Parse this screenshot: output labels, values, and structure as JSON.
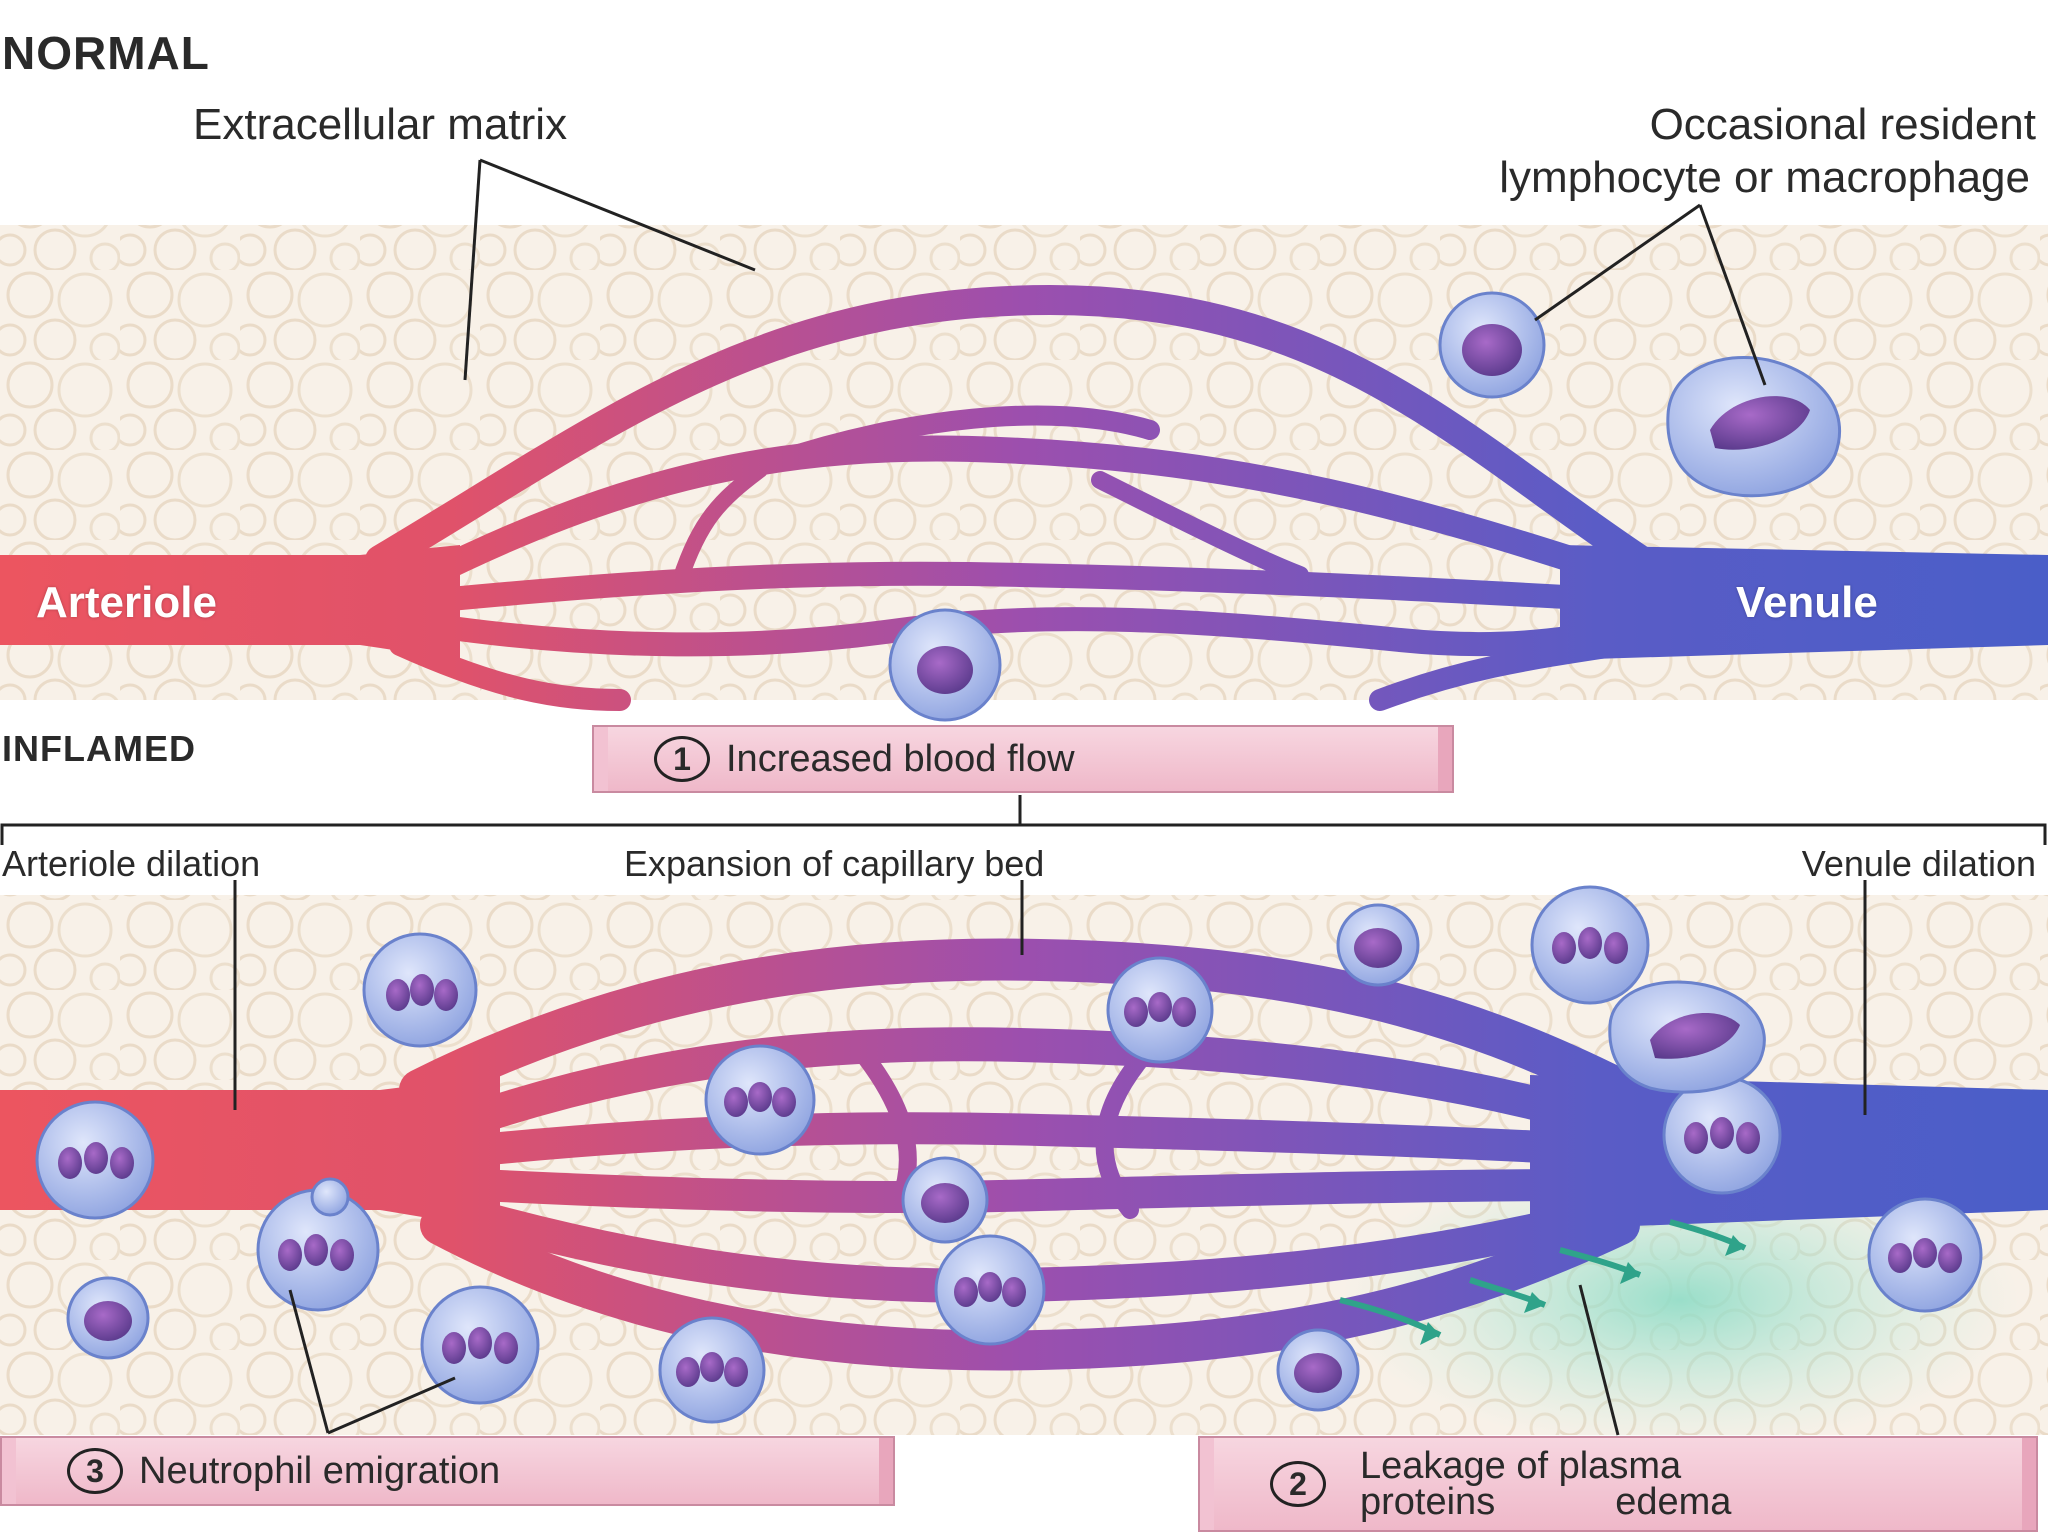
{
  "normal": {
    "title": "NORMAL",
    "label_matrix": "Extracellular matrix",
    "label_resident_line1": "Occasional resident",
    "label_resident_line2": "lymphocyte or macrophage",
    "label_arteriole": "Arteriole",
    "label_venule": "Venule"
  },
  "inflamed": {
    "title": "INFLAMED",
    "step1_number": "1",
    "step1_label": "Increased blood flow",
    "label_arteriole_dilation": "Arteriole dilation",
    "label_capillary_expansion": "Expansion of capillary bed",
    "label_venule_dilation": "Venule dilation",
    "step3_number": "3",
    "step3_label": "Neutrophil emigration",
    "step2_number": "2",
    "step2_line1": "Leakage of plasma",
    "step2_line2_a": "proteins",
    "step2_line2_b": "edema"
  },
  "colors": {
    "arterial": "#e8505e",
    "mid": "#9a4fa8",
    "venous": "#4a5ec8",
    "matrix": "#f6efe6",
    "edema": "#9fe2cf"
  }
}
